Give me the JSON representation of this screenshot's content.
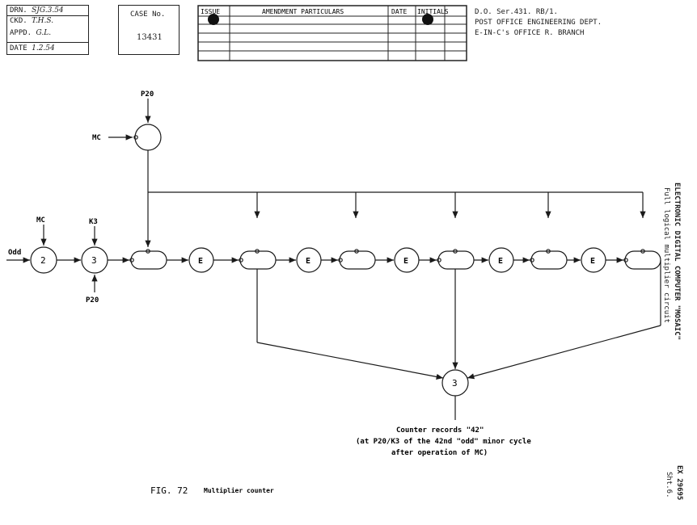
{
  "title_block": {
    "drawn_label": "DRN.",
    "drawn_sig": "SJG.3.54",
    "checked_label": "CKD.",
    "checked_sig": "T.H.S.",
    "approved_label": "APPD.",
    "approved_sig": "G.L.",
    "date_label": "DATE",
    "date_value": "1.2.54"
  },
  "case_box": {
    "label": "CASE No.",
    "number": "13431"
  },
  "amendment_table": {
    "headers": [
      "ISSUE",
      "AMENDMENT PARTICULARS",
      "DATE",
      "INITIALS"
    ],
    "rows": 5
  },
  "office": {
    "line1": "D.O. Ser.431.  RB/1.",
    "line2": "POST OFFICE ENGINEERING DEPT.",
    "line3": "E-IN-C's OFFICE  R. BRANCH"
  },
  "side_title": {
    "line1": "ELECTRONIC DIGITAL COMPUTER \"MOSAIC\"",
    "line2": "Full logical multiplier circuit"
  },
  "drawing_ref": {
    "line1": "EX 29695",
    "line2": "Sht.6."
  },
  "diagram": {
    "labels": {
      "p20_top": "P20",
      "mc_top": "MC",
      "mc_left": "MC",
      "k3": "K3",
      "odd": "Odd",
      "p20_bottom": "P20",
      "gate_2": "2",
      "gate_3": "3",
      "gate_3_bottom": "3",
      "e_gates": [
        "E",
        "E",
        "E",
        "E",
        "E"
      ]
    },
    "caption": {
      "line1": "Counter records \"42\"",
      "line2": "(at P20/K3 of the 42nd \"odd\" minor cycle",
      "line3": "after operation of MC)"
    }
  },
  "figure": {
    "number": "FIG.  72",
    "title": "Multiplier counter"
  },
  "colors": {
    "ink": "#1a1a1a",
    "paper": "#ffffff"
  }
}
